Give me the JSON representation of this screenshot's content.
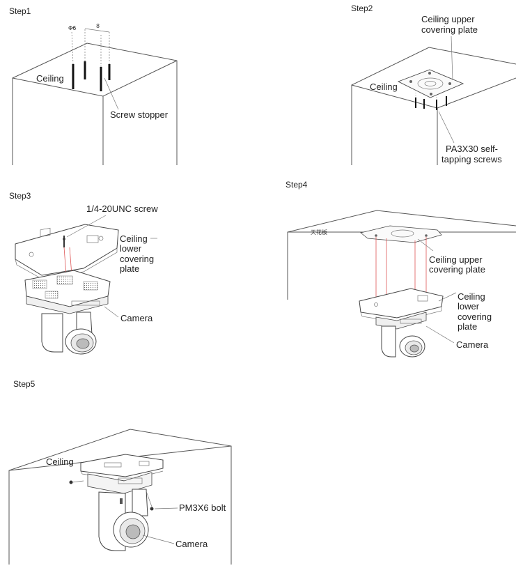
{
  "steps": {
    "step1": {
      "title": "Step1",
      "labels": {
        "ceiling": "Ceiling",
        "screw_stopper": "Screw stopper"
      },
      "dimension_marks": [
        "Φ6",
        "8"
      ]
    },
    "step2": {
      "title": "Step2",
      "labels": {
        "ceiling": "Ceiling",
        "upper_plate_line1": "Ceiling upper",
        "upper_plate_line2": "covering plate",
        "screws_line1": "PA3X30 self-",
        "screws_line2": "tapping screws"
      }
    },
    "step3": {
      "title": "Step3",
      "labels": {
        "unc_screw": "1/4-20UNC screw",
        "lower_plate_line1": "Ceiling",
        "lower_plate_line2": "lower",
        "lower_plate_line3": "covering",
        "lower_plate_line4": "plate",
        "camera": "Camera"
      }
    },
    "step4": {
      "title": "Step4",
      "labels": {
        "chinese_ceiling": "天花板",
        "upper_plate_line1": "Ceiling upper",
        "upper_plate_line2": "covering plate",
        "lower_plate_line1": "Ceiling",
        "lower_plate_line2": "lower",
        "lower_plate_line3": "covering",
        "lower_plate_line4": "plate",
        "camera": "Camera"
      }
    },
    "step5": {
      "title": "Step5",
      "labels": {
        "ceiling": "Ceiling",
        "bolt": "PM3X6 bolt",
        "camera": "Camera"
      }
    }
  }
}
